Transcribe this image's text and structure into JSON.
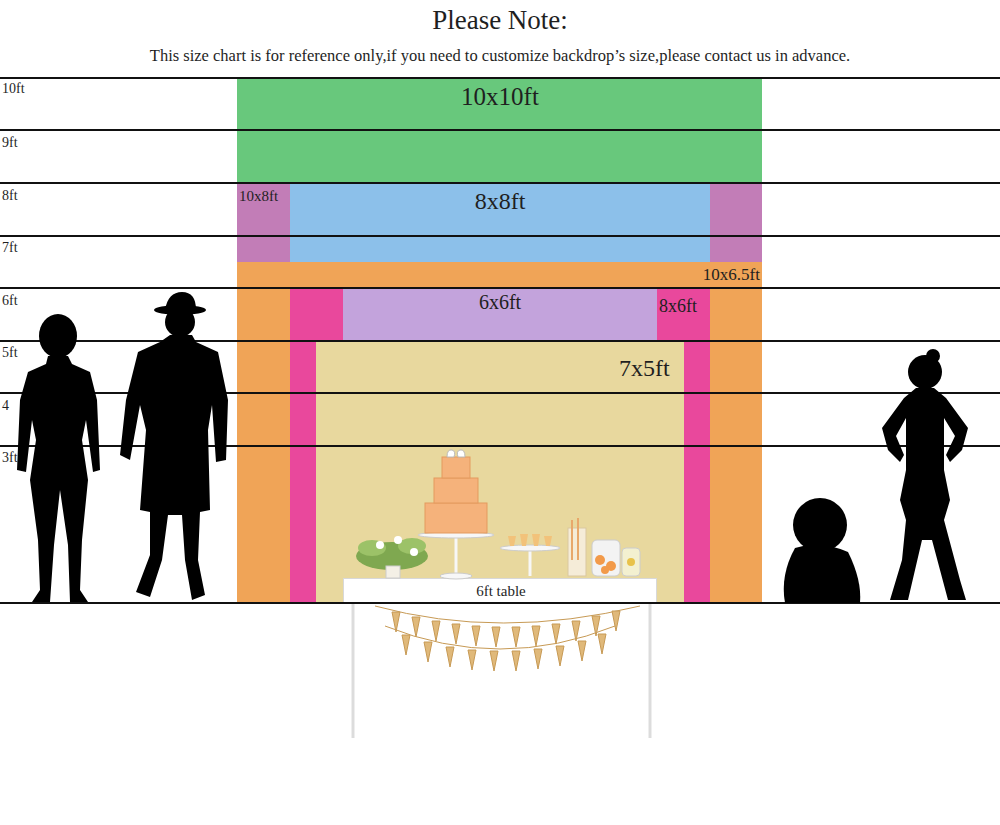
{
  "diagram": {
    "title": "Please Note:",
    "nodes": [
      {
        "text": [
          "10x10ft"
        ]
      },
      {
        "text": [
          "10x8ft"
        ],
        "in": 0
      },
      {
        "text": [
          "8x8ft"
        ],
        "in": 1
      },
      {
        "text": [
          "10x6.5ft"
        ],
        "in": 1
      },
      {
        "text": [
          "8x6ft"
        ],
        "in": 3
      },
      {
        "text": [
          "6x6ft"
        ],
        "in": 4
      },
      {
        "text": [
          "7x5ft"
        ],
        "in": 4
      },
      {
        "text": [
          "6ft table"
        ]
      }
    ],
    "labels": [
      "This size chart is for reference only,if you need to customize backdrop’s size,please contact us in advance.",
      "10ft",
      "9ft",
      "8ft",
      "7ft",
      "6ft",
      "5ft",
      "4",
      "3ft"
    ]
  }
}
